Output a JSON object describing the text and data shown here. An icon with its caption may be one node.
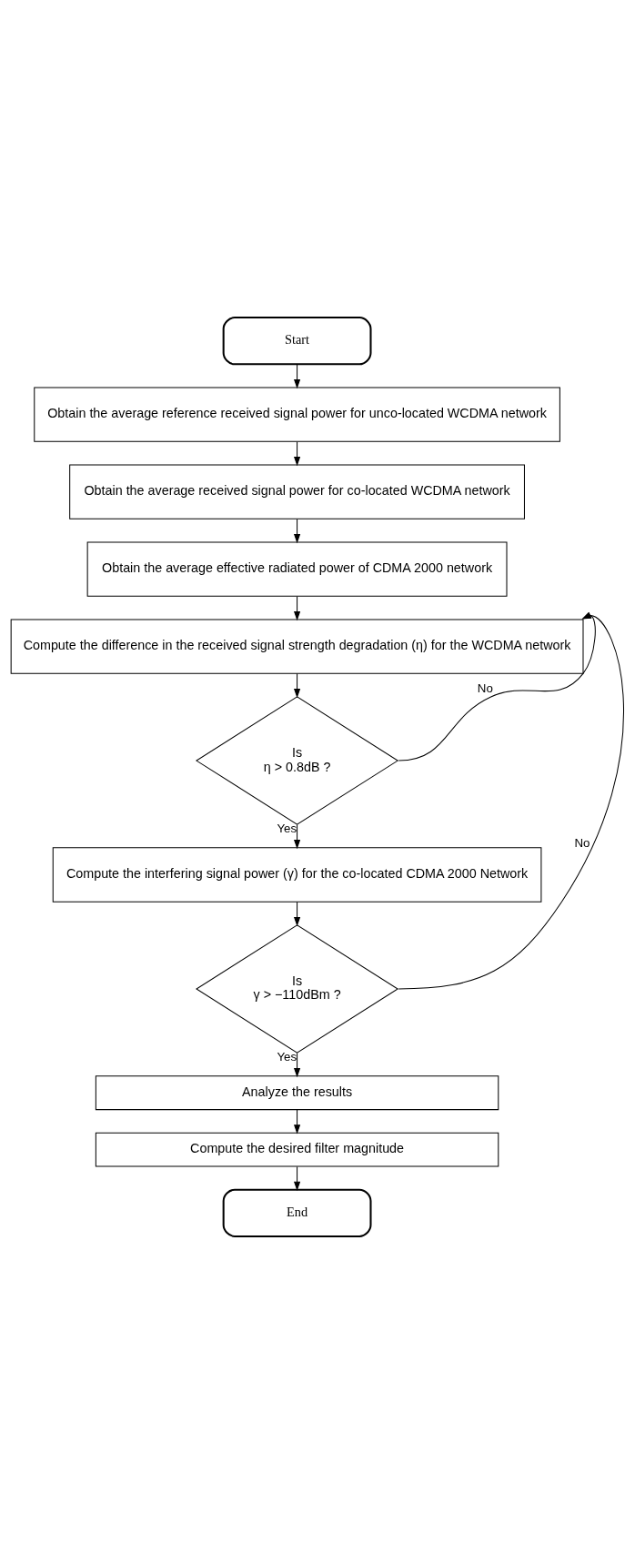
{
  "diagram": {
    "nodes": [
      {
        "text": [
          "Start"
        ]
      },
      {
        "text": [
          "Obtain the average reference received signal power for unco-located WCDMA network"
        ]
      },
      {
        "text": [
          "Obtain the average received signal power for co-located WCDMA network"
        ]
      },
      {
        "text": [
          "Obtain the average effective radiated power of CDMA 2000 network"
        ]
      },
      {
        "text": [
          "Compute the difference in the received signal strength degradation (η) for the WCDMA network"
        ]
      },
      {
        "text": [
          "Is",
          "η > 0.8dB ?"
        ]
      },
      {
        "text": [
          "Compute the interfering signal power (γ) for the co-located CDMA 2000 Network"
        ]
      },
      {
        "text": [
          "Is",
          "γ > −110dBm ?"
        ]
      },
      {
        "text": [
          "Analyze the results"
        ]
      },
      {
        "text": [
          "Compute the desired filter magnitude"
        ]
      },
      {
        "text": [
          "End"
        ]
      }
    ],
    "edges": [
      {
        "from": 0,
        "to": 1,
        "arrow": "to"
      },
      {
        "from": 1,
        "to": 2,
        "arrow": "to"
      },
      {
        "from": 2,
        "to": 3,
        "arrow": "to"
      },
      {
        "from": 3,
        "to": 4,
        "arrow": "to"
      },
      {
        "from": 4,
        "to": 5,
        "arrow": "to"
      },
      {
        "from": 5,
        "to": 6,
        "arrow": "to",
        "label": "Yes"
      },
      {
        "from": 5,
        "to": 4,
        "arrow": "to",
        "label": "No"
      },
      {
        "from": 6,
        "to": 7,
        "arrow": "to"
      },
      {
        "from": 7,
        "to": 8,
        "arrow": "to",
        "label": "Yes"
      },
      {
        "from": 7,
        "to": 4,
        "arrow": "to",
        "label": "No"
      },
      {
        "from": 8,
        "to": 9,
        "arrow": "to"
      },
      {
        "from": 9,
        "to": 10,
        "arrow": "to"
      }
    ]
  }
}
